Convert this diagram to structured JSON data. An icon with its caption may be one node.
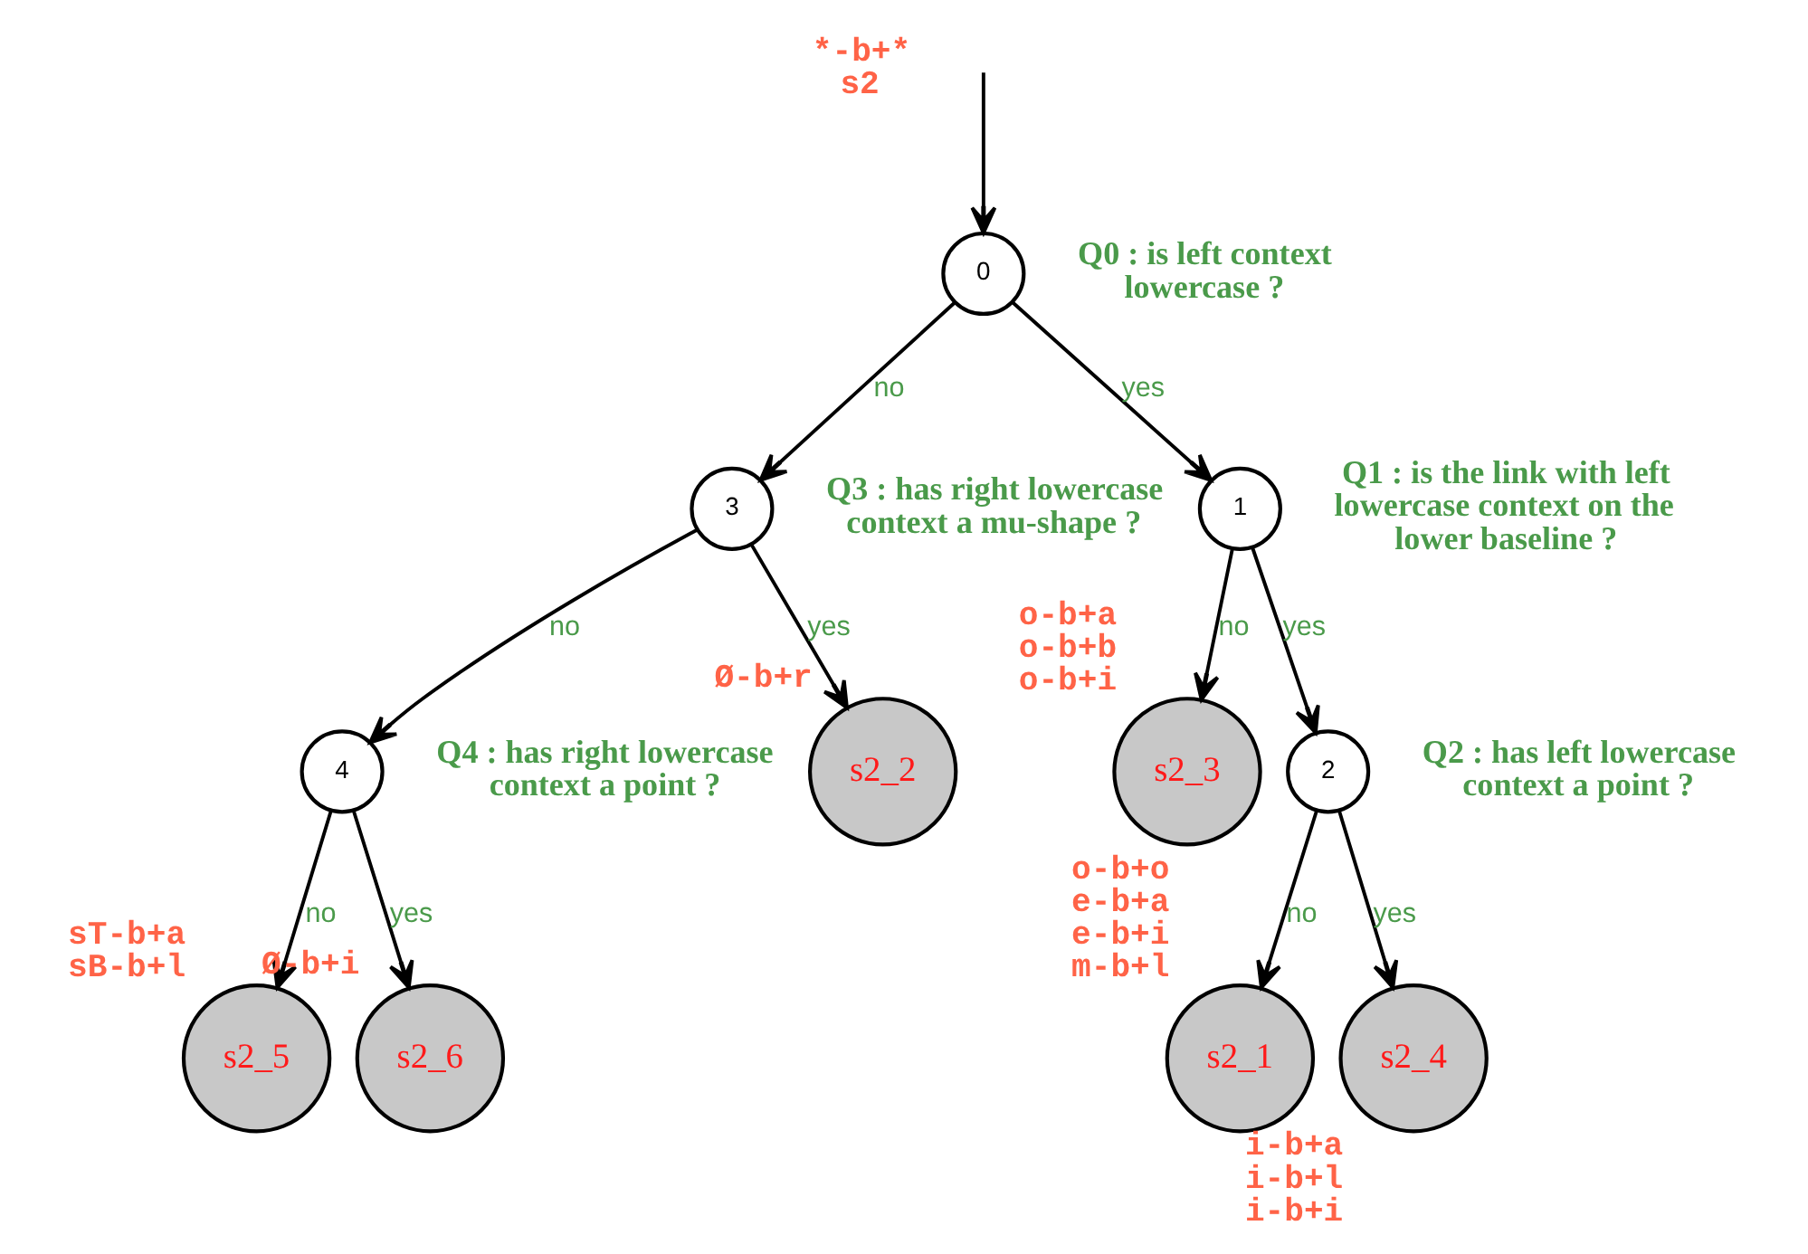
{
  "diagram": {
    "nodes": [
      {
        "text": [
          "0"
        ],
        "beside": [
          "Q0 : is left context lowercase ?"
        ]
      },
      {
        "text": [
          "3"
        ],
        "beside": [
          "Q3 : has right lowercase context a mu-shape ?"
        ]
      },
      {
        "text": [
          "1"
        ],
        "beside": [
          "Q1 : is the link with left lowercase context on the lower baseline ?"
        ]
      },
      {
        "text": [
          "4"
        ],
        "beside": [
          "Q4 : has right lowercase context a point ?"
        ]
      },
      {
        "text": [
          "s2_2"
        ],
        "beside": [
          "Ø-b+r"
        ]
      },
      {
        "text": [
          "s2_3"
        ],
        "beside": [
          "o-b+a",
          "o-b+b",
          "o-b+i"
        ]
      },
      {
        "text": [
          "2"
        ],
        "beside": [
          "Q2 : has left lowercase context a point ?"
        ]
      },
      {
        "text": [
          "s2_5"
        ],
        "beside": [
          "sT-b+a",
          "sB-b+l"
        ]
      },
      {
        "text": [
          "s2_6"
        ],
        "beside": [
          "Ø-b+i"
        ]
      },
      {
        "text": [
          "s2_1"
        ],
        "beside": [
          "o-b+o",
          "e-b+a",
          "e-b+i",
          "m-b+l"
        ]
      },
      {
        "text": [
          "s2_4"
        ],
        "beside": [
          "i-b+a",
          "i-b+l",
          "i-b+i"
        ]
      }
    ],
    "edges": [
      {
        "from": null,
        "to": 0,
        "arrow": "to"
      },
      {
        "from": 0,
        "to": 1,
        "arrow": "to",
        "label": "no"
      },
      {
        "from": 0,
        "to": 2,
        "arrow": "to",
        "label": "yes"
      },
      {
        "from": 1,
        "to": 3,
        "arrow": "to",
        "label": "no"
      },
      {
        "from": 1,
        "to": 4,
        "arrow": "to",
        "label": "yes"
      },
      {
        "from": 2,
        "to": 5,
        "arrow": "to",
        "label": "no"
      },
      {
        "from": 2,
        "to": 6,
        "arrow": "to",
        "label": "yes"
      },
      {
        "from": 3,
        "to": 7,
        "arrow": "to",
        "label": "no"
      },
      {
        "from": 3,
        "to": 8,
        "arrow": "to",
        "label": "yes"
      },
      {
        "from": 6,
        "to": 9,
        "arrow": "to",
        "label": "no"
      },
      {
        "from": 6,
        "to": 10,
        "arrow": "to",
        "label": "yes"
      }
    ],
    "labels": [
      "*-b+*",
      "s2"
    ]
  }
}
